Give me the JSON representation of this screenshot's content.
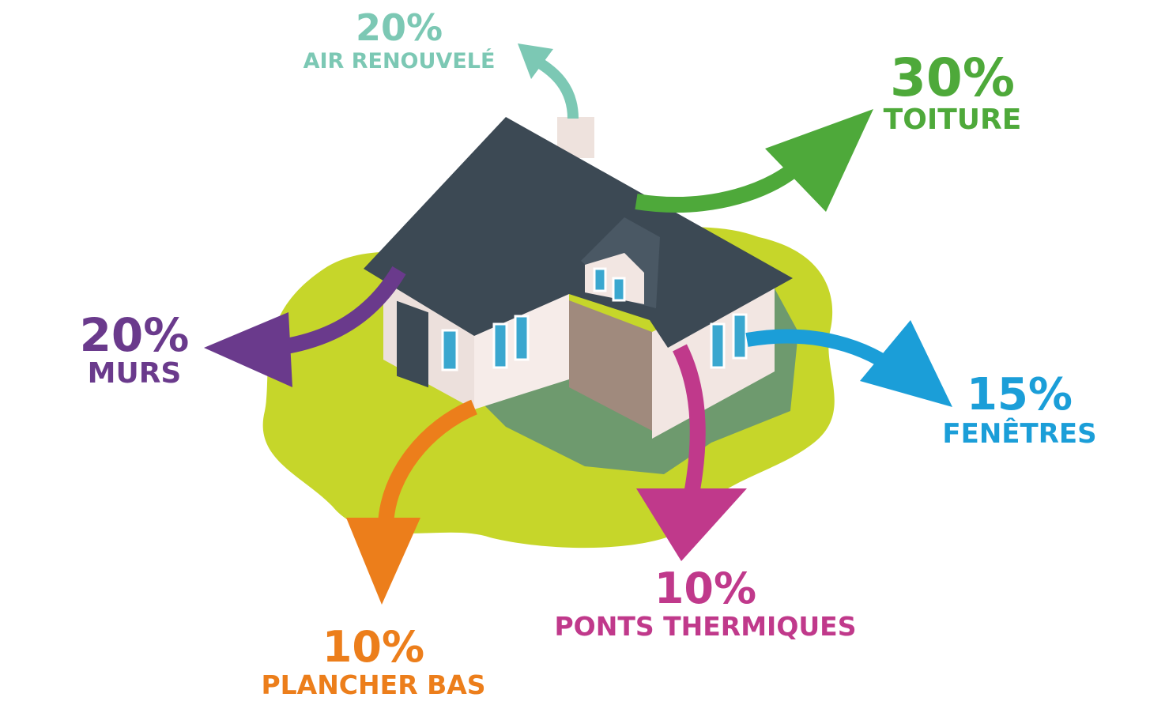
{
  "losses": [
    {
      "key": "air",
      "percent": "20%",
      "label": "AIR RENOUVELÉ",
      "color": "#7cc8b4"
    },
    {
      "key": "roof",
      "percent": "30%",
      "label": "TOITURE",
      "color": "#4ea93a"
    },
    {
      "key": "walls",
      "percent": "20%",
      "label": "MURS",
      "color": "#6a3a8c"
    },
    {
      "key": "windows",
      "percent": "15%",
      "label": "FENÊTRES",
      "color": "#1b9ed8"
    },
    {
      "key": "bridges",
      "percent": "10%",
      "label": "PONTS THERMIQUES",
      "color": "#c0398b"
    },
    {
      "key": "floor",
      "percent": "10%",
      "label": "PLANCHER BAS",
      "color": "#ec7e1b"
    }
  ]
}
